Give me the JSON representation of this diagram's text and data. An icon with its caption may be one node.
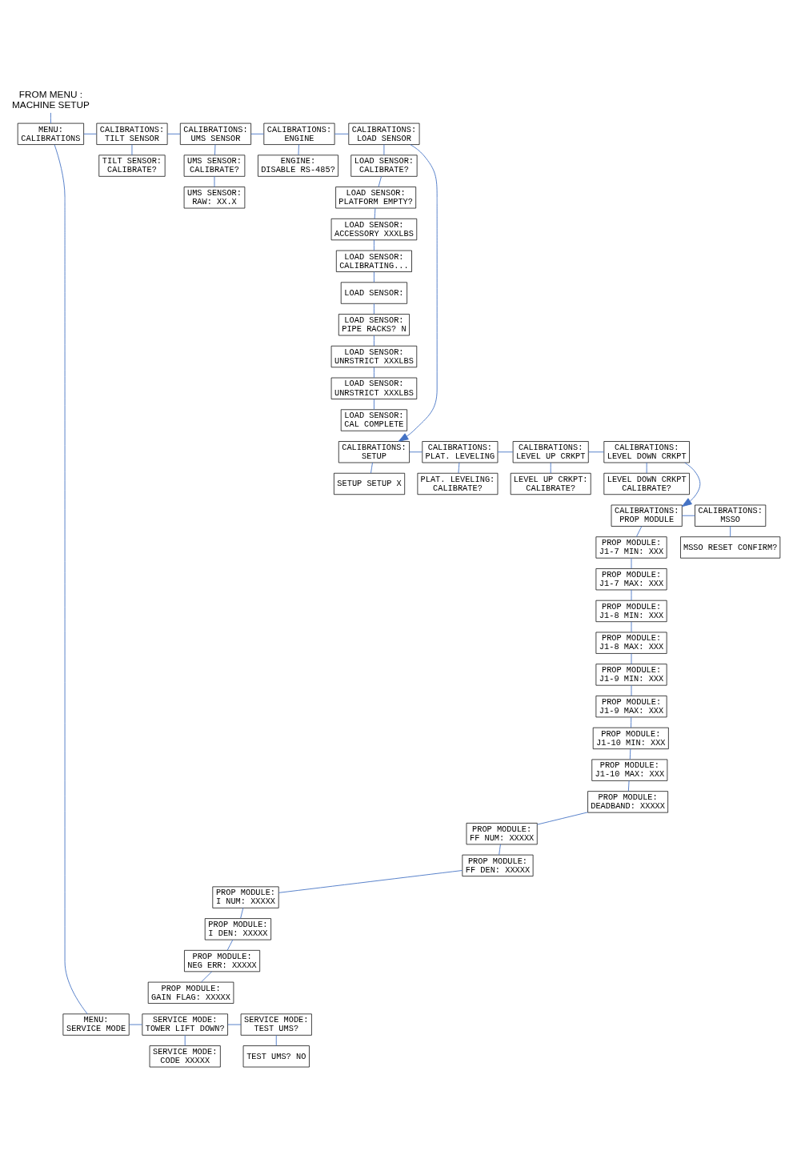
{
  "diagram": {
    "nodes": [
      {
        "text": [
          "FROM MENU : MACHINE SETUP"
        ]
      },
      {
        "text": [
          "MENU: CALIBRATIONS"
        ]
      },
      {
        "text": [
          "CALIBRATIONS: TILT SENSOR"
        ]
      },
      {
        "text": [
          "TILT SENSOR: CALIBRATE?"
        ]
      },
      {
        "text": [
          "CALIBRATIONS: UMS SENSOR"
        ]
      },
      {
        "text": [
          "UMS SENSOR: CALIBRATE?"
        ]
      },
      {
        "text": [
          "UMS SENSOR: RAW: XX.X"
        ]
      },
      {
        "text": [
          "CALIBRATIONS: ENGINE"
        ]
      },
      {
        "text": [
          "ENGINE: DISABLE RS-485?"
        ]
      },
      {
        "text": [
          "CALIBRATIONS: LOAD SENSOR"
        ]
      },
      {
        "text": [
          "LOAD SENSOR: CALIBRATE?"
        ]
      },
      {
        "text": [
          "LOAD SENSOR: PLATFORM EMPTY?"
        ]
      },
      {
        "text": [
          "LOAD SENSOR: ACCESSORY XXXLBS"
        ]
      },
      {
        "text": [
          "LOAD SENSOR: CALIBRATING..."
        ]
      },
      {
        "text": [
          "LOAD SENSOR:"
        ]
      },
      {
        "text": [
          "LOAD SENSOR: PIPE RACKS? N"
        ]
      },
      {
        "text": [
          "LOAD SENSOR: UNRSTRICT XXXLBS"
        ]
      },
      {
        "text": [
          "LOAD SENSOR: UNRSTRICT XXXLBS"
        ]
      },
      {
        "text": [
          "LOAD SENSOR: CAL COMPLETE"
        ]
      },
      {
        "text": [
          "CALIBRATIONS: SETUP"
        ]
      },
      {
        "text": [
          "SETUP SETUP X"
        ]
      },
      {
        "text": [
          "CALIBRATIONS: PLAT. LEVELING"
        ]
      },
      {
        "text": [
          "PLAT. LEVELING: CALIBRATE?"
        ]
      },
      {
        "text": [
          "CALIBRATIONS: LEVEL UP CRKPT"
        ]
      },
      {
        "text": [
          "LEVEL UP CRKPT: CALIBRATE?"
        ]
      },
      {
        "text": [
          "CALIBRATIONS: LEVEL DOWN CRKPT"
        ]
      },
      {
        "text": [
          "LEVEL DOWN CRKPT CALIBRATE?"
        ]
      },
      {
        "text": [
          "CALIBRATIONS: PROP MODULE"
        ]
      },
      {
        "text": [
          "CALIBRATIONS: MSSO"
        ]
      },
      {
        "text": [
          "MSSO RESET CONFIRM?"
        ]
      },
      {
        "text": [
          "PROP MODULE: J1-7 MIN: XXX"
        ]
      },
      {
        "text": [
          "PROP MODULE: J1-7 MAX: XXX"
        ]
      },
      {
        "text": [
          "PROP MODULE: J1-8 MIN: XXX"
        ]
      },
      {
        "text": [
          "PROP MODULE: J1-8 MAX: XXX"
        ]
      },
      {
        "text": [
          "PROP MODULE: J1-9 MIN: XXX"
        ]
      },
      {
        "text": [
          "PROP MODULE: J1-9 MAX: XXX"
        ]
      },
      {
        "text": [
          "PROP MODULE: J1-10 MIN: XXX"
        ]
      },
      {
        "text": [
          "PROP MODULE: J1-10 MAX: XXX"
        ]
      },
      {
        "text": [
          "PROP MODULE: DEADBAND: XXXXX"
        ]
      },
      {
        "text": [
          "PROP MODULE: FF NUM: XXXXX"
        ]
      },
      {
        "text": [
          "PROP MODULE: FF DEN: XXXXX"
        ]
      },
      {
        "text": [
          "PROP MODULE: I NUM: XXXXX"
        ]
      },
      {
        "text": [
          "PROP MODULE: I DEN: XXXXX"
        ]
      },
      {
        "text": [
          "PROP MODULE: NEG ERR: XXXXX"
        ]
      },
      {
        "text": [
          "PROP MODULE: GAIN FLAG: XXXXX"
        ]
      },
      {
        "text": [
          "MENU: SERVICE MODE"
        ]
      },
      {
        "text": [
          "SERVICE MODE: TOWER LIFT DOWN?"
        ]
      },
      {
        "text": [
          "SERVICE MODE: CODE XXXXX"
        ]
      },
      {
        "text": [
          "SERVICE MODE: TEST UMS?"
        ]
      },
      {
        "text": [
          "TEST UMS? NO"
        ]
      }
    ],
    "edges": [
      {
        "from": 0,
        "to": 1,
        "arrow": "none"
      },
      {
        "from": 1,
        "to": 2,
        "arrow": "none"
      },
      {
        "from": 2,
        "to": 3,
        "arrow": "none"
      },
      {
        "from": 2,
        "to": 4,
        "arrow": "none"
      },
      {
        "from": 4,
        "to": 5,
        "arrow": "none"
      },
      {
        "from": 5,
        "to": 6,
        "arrow": "none"
      },
      {
        "from": 4,
        "to": 7,
        "arrow": "none"
      },
      {
        "from": 7,
        "to": 8,
        "arrow": "none"
      },
      {
        "from": 7,
        "to": 9,
        "arrow": "none"
      },
      {
        "from": 9,
        "to": 10,
        "arrow": "none"
      },
      {
        "from": 10,
        "to": 11,
        "arrow": "none"
      },
      {
        "from": 11,
        "to": 12,
        "arrow": "none"
      },
      {
        "from": 12,
        "to": 13,
        "arrow": "none"
      },
      {
        "from": 13,
        "to": 14,
        "arrow": "none"
      },
      {
        "from": 14,
        "to": 15,
        "arrow": "none"
      },
      {
        "from": 15,
        "to": 16,
        "arrow": "none"
      },
      {
        "from": 16,
        "to": 17,
        "arrow": "none"
      },
      {
        "from": 17,
        "to": 18,
        "arrow": "none"
      },
      {
        "from": 9,
        "to": 19,
        "arrow": "to"
      },
      {
        "from": 19,
        "to": 20,
        "arrow": "none"
      },
      {
        "from": 19,
        "to": 21,
        "arrow": "none"
      },
      {
        "from": 21,
        "to": 22,
        "arrow": "none"
      },
      {
        "from": 21,
        "to": 23,
        "arrow": "none"
      },
      {
        "from": 23,
        "to": 24,
        "arrow": "none"
      },
      {
        "from": 23,
        "to": 25,
        "arrow": "none"
      },
      {
        "from": 25,
        "to": 26,
        "arrow": "none"
      },
      {
        "from": 25,
        "to": 27,
        "arrow": "to"
      },
      {
        "from": 27,
        "to": 28,
        "arrow": "none"
      },
      {
        "from": 28,
        "to": 29,
        "arrow": "none"
      },
      {
        "from": 27,
        "to": 30,
        "arrow": "none"
      },
      {
        "from": 30,
        "to": 31,
        "arrow": "none"
      },
      {
        "from": 31,
        "to": 32,
        "arrow": "none"
      },
      {
        "from": 32,
        "to": 33,
        "arrow": "none"
      },
      {
        "from": 33,
        "to": 34,
        "arrow": "none"
      },
      {
        "from": 34,
        "to": 35,
        "arrow": "none"
      },
      {
        "from": 35,
        "to": 36,
        "arrow": "none"
      },
      {
        "from": 36,
        "to": 37,
        "arrow": "none"
      },
      {
        "from": 37,
        "to": 38,
        "arrow": "none"
      },
      {
        "from": 38,
        "to": 39,
        "arrow": "none"
      },
      {
        "from": 39,
        "to": 40,
        "arrow": "none"
      },
      {
        "from": 40,
        "to": 41,
        "arrow": "none"
      },
      {
        "from": 41,
        "to": 42,
        "arrow": "none"
      },
      {
        "from": 42,
        "to": 43,
        "arrow": "none"
      },
      {
        "from": 43,
        "to": 44,
        "arrow": "none"
      },
      {
        "from": 1,
        "to": 45,
        "arrow": "none"
      },
      {
        "from": 45,
        "to": 46,
        "arrow": "none"
      },
      {
        "from": 46,
        "to": 47,
        "arrow": "none"
      },
      {
        "from": 46,
        "to": 48,
        "arrow": "none"
      },
      {
        "from": 48,
        "to": 49,
        "arrow": "none"
      }
    ]
  }
}
